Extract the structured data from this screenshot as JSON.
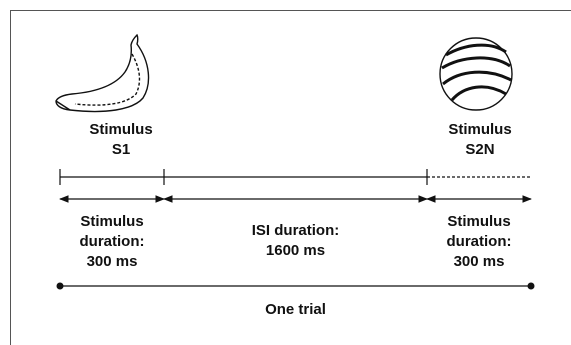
{
  "stimulus1": {
    "line1": "Stimulus",
    "line2": "S1",
    "icon": "banana-icon"
  },
  "stimulus2": {
    "line1": "Stimulus",
    "line2": "S2N",
    "icon": "ball-icon"
  },
  "durations": [
    {
      "line1": "Stimulus",
      "line2": "duration:",
      "line3": "300 ms"
    },
    {
      "line1": "ISI duration:",
      "line2": "1600 ms"
    },
    {
      "line1": "Stimulus",
      "line2": "duration:",
      "line3": "300 ms"
    }
  ],
  "trial_label": "One trial"
}
